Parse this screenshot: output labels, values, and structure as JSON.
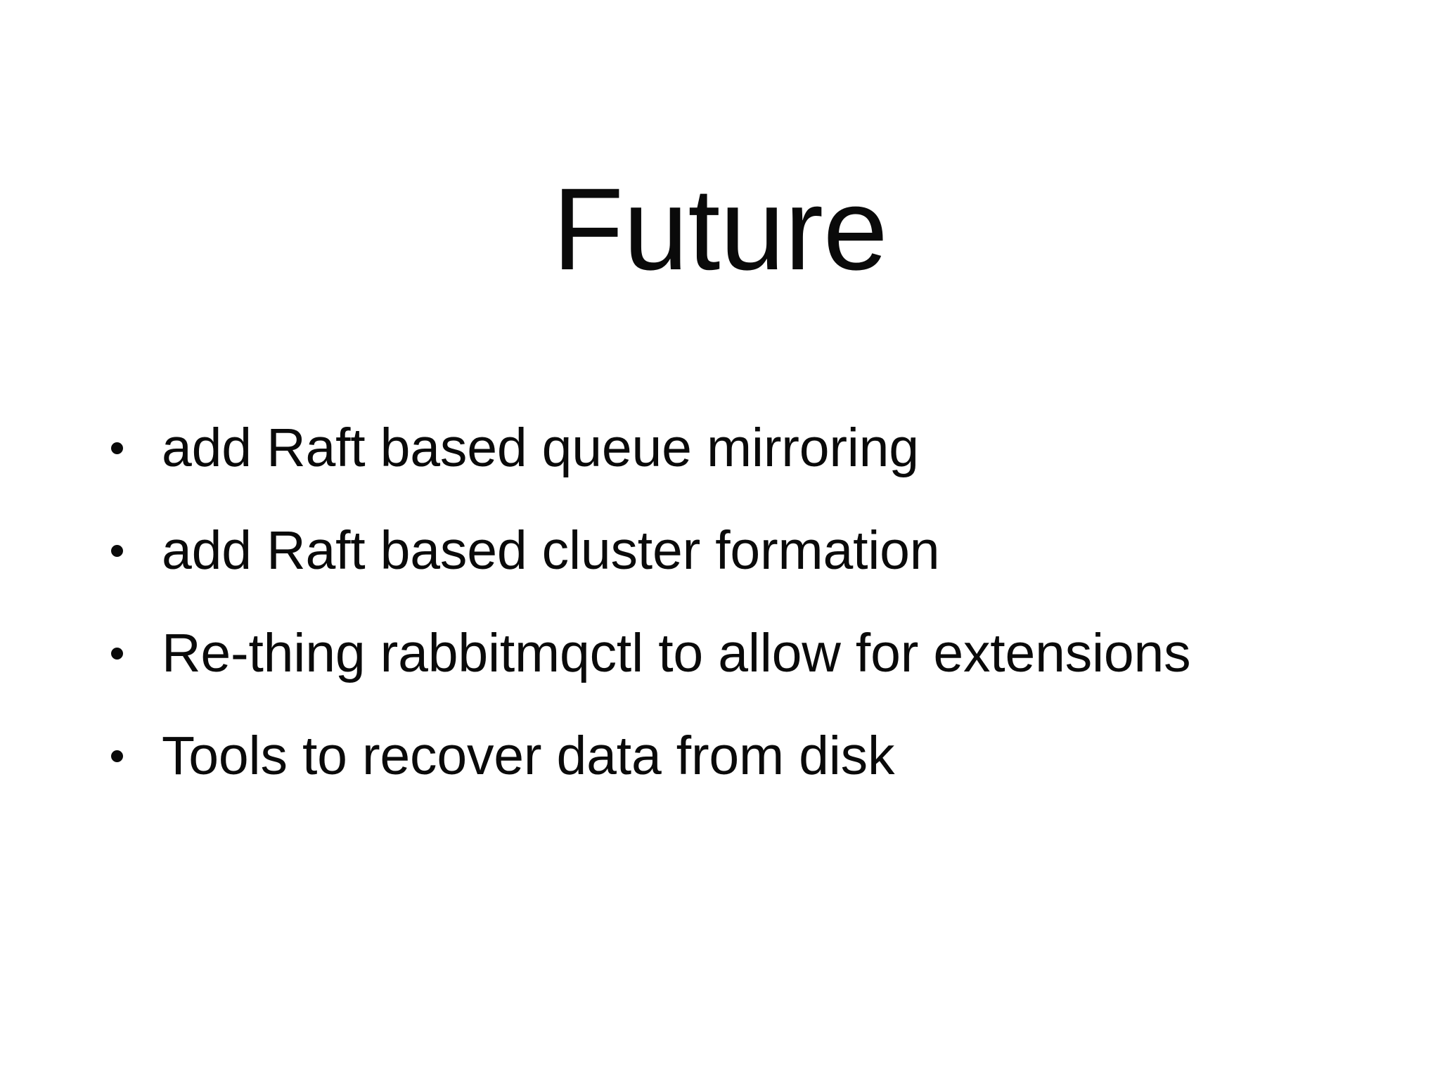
{
  "slide": {
    "title": "Future",
    "background_color": "#ffffff",
    "text_color": "#0a0a0a",
    "bullets": [
      {
        "marker": "bullet-dot",
        "text": "add Raft based queue mirroring"
      },
      {
        "marker": "bullet-dot",
        "text": "add Raft based cluster formation"
      },
      {
        "marker": "bullet-dot",
        "text": "Re-thing rabbitmqctl to allow for extensions"
      },
      {
        "marker": "bullet-dot",
        "text": "Tools to recover data from disk"
      }
    ]
  }
}
